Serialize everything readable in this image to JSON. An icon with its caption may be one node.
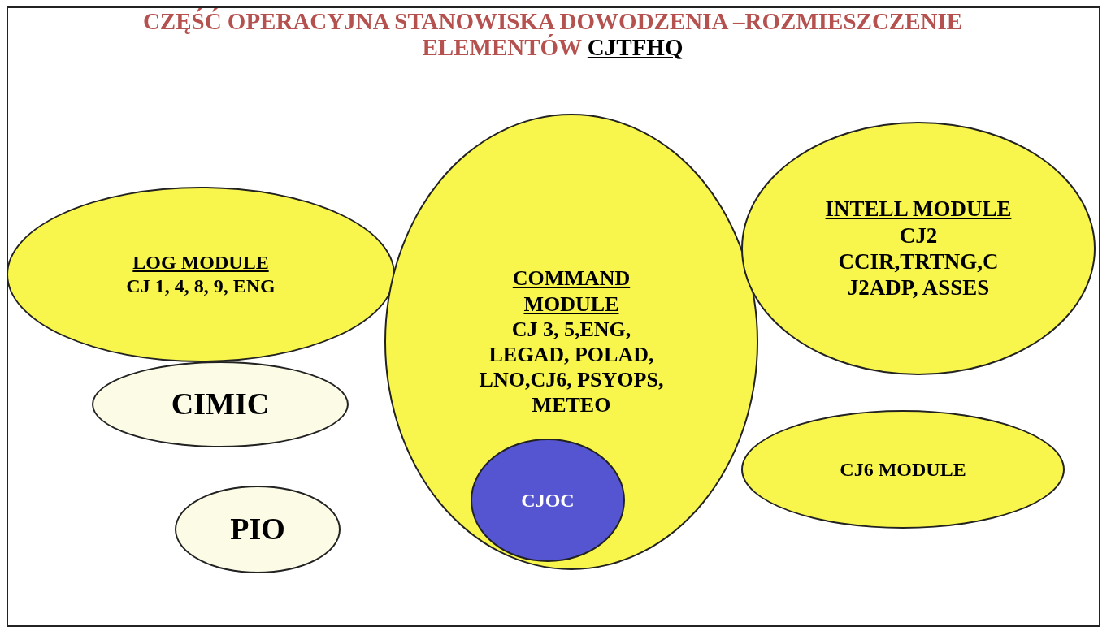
{
  "diagram": {
    "title": "CZĘŚĆ OPERACYJNA STANOWISKA DOWODZENIA –ROZMIESZCZENIE ELEMENTÓW CJTFHQ",
    "nodes": [
      {
        "text": [
          "LOG MODULE",
          "CJ 1, 4, 8, 9, ENG"
        ]
      },
      {
        "text": [
          "COMMAND MODULE",
          "CJ 3, 5,ENG, LEGAD, POLAD, LNO,CJ6, PSYOPS, METEO"
        ]
      },
      {
        "text": [
          "INTELL MODULE",
          "CJ2 CCIR,TRTNG,C J2ADP, ASSES"
        ]
      },
      {
        "text": [
          "CIMIC"
        ]
      },
      {
        "text": [
          "CJ6 MODULE"
        ]
      },
      {
        "text": [
          "PIO"
        ]
      },
      {
        "text": [
          "CJOC"
        ],
        "in": 1
      }
    ],
    "edges": []
  }
}
